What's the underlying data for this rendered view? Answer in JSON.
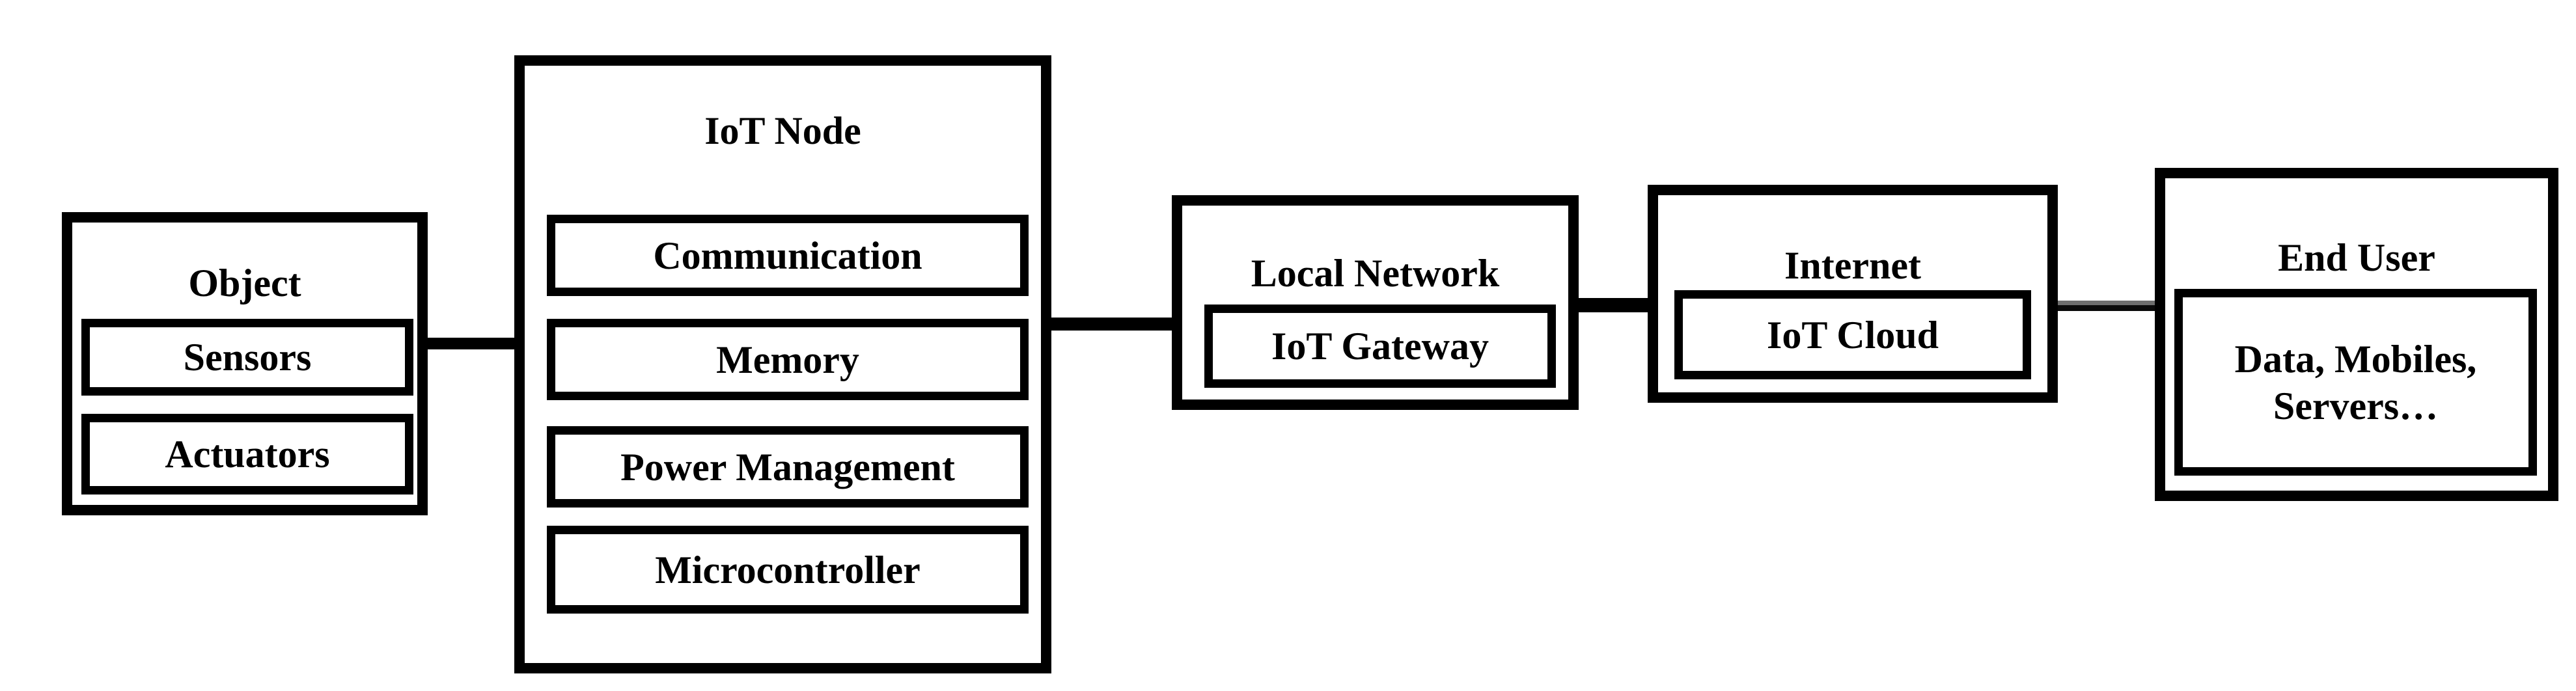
{
  "colors": {
    "background": "#ffffff",
    "border": "#000000",
    "text": "#000000",
    "connector": "#000000",
    "connector_gray": "#6e6e6e"
  },
  "nodes": {
    "object": {
      "title": "Object",
      "items": [
        "Sensors",
        "Actuators"
      ]
    },
    "iot_node": {
      "title": "IoT Node",
      "items": [
        "Communication",
        "Memory",
        "Power Management",
        "Microcontroller"
      ]
    },
    "local_network": {
      "title": "Local Network",
      "items": [
        "IoT Gateway"
      ]
    },
    "internet": {
      "title": "Internet",
      "items": [
        "IoT Cloud"
      ]
    },
    "end_user": {
      "title": "End User",
      "item_lines": [
        "Data, Mobiles,",
        "Servers…"
      ]
    }
  }
}
